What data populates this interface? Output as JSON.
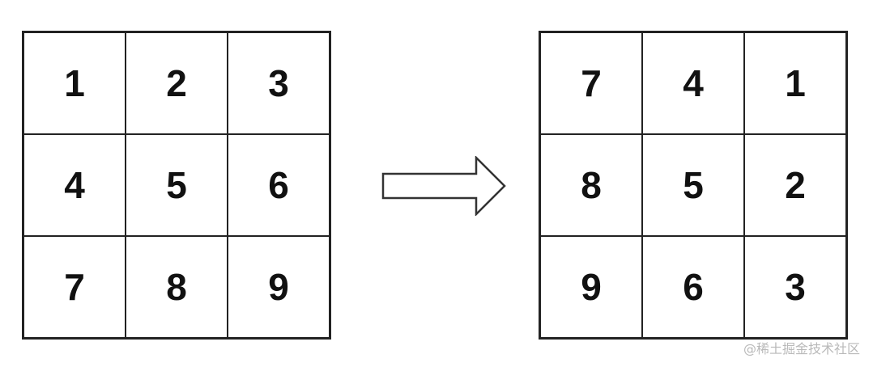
{
  "diagram": {
    "before_grid": {
      "cells": [
        "1",
        "2",
        "3",
        "4",
        "5",
        "6",
        "7",
        "8",
        "9"
      ]
    },
    "after_grid": {
      "cells": [
        "7",
        "4",
        "1",
        "8",
        "5",
        "2",
        "9",
        "6",
        "3"
      ]
    },
    "watermark": "@稀土掘金技术社区"
  }
}
